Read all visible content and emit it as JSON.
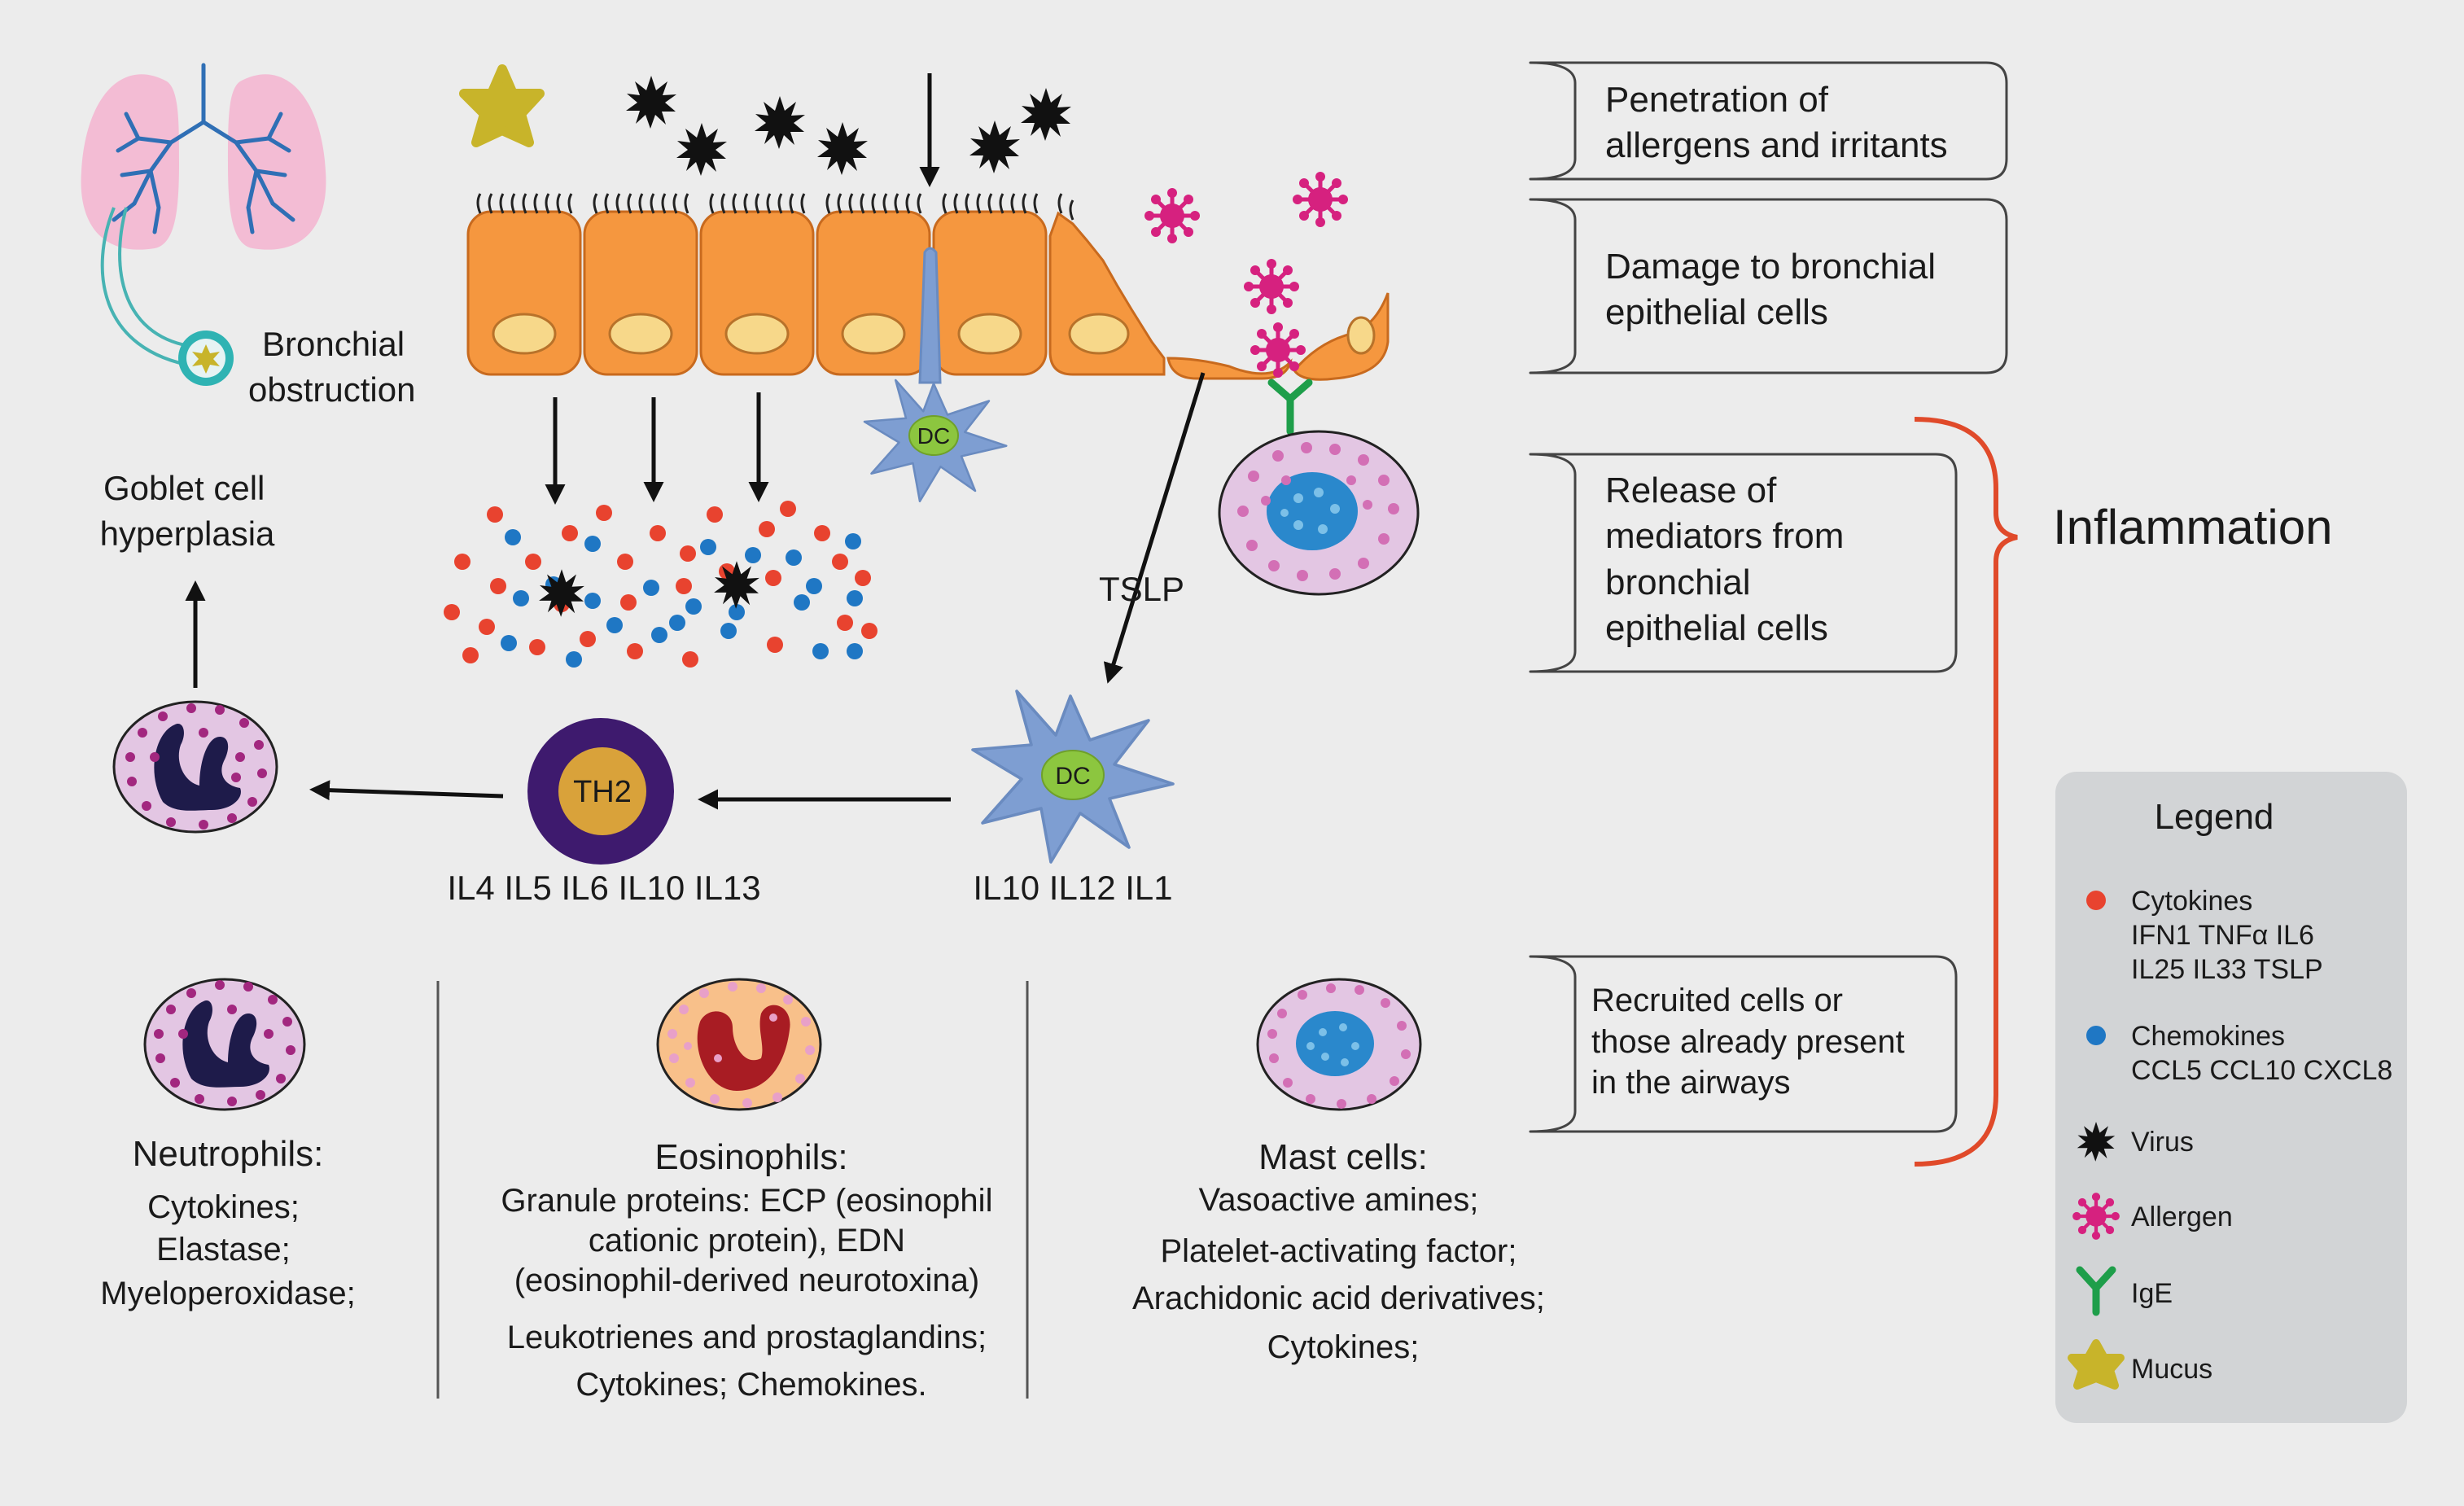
{
  "labels": {
    "bronchial_obstruction": [
      "Bronchial",
      "obstruction"
    ],
    "goblet": [
      "Goblet cell",
      "hyperplasia"
    ],
    "tslp": "TSLP",
    "dc": "DC",
    "th2": "TH2",
    "th2_cytokines": "IL4 IL5 IL6 IL10 IL13",
    "dc_cytokines": "IL10 IL12 IL1"
  },
  "steps": [
    [
      "Penetration of",
      "allergens and irritants"
    ],
    [
      "Damage to bronchial",
      "epithelial cells"
    ],
    [
      "Release of",
      "mediators from",
      "bronchial",
      "epithelial cells"
    ],
    [
      "Recruited cells or",
      "those already present",
      "in the airways"
    ]
  ],
  "inflammation": "Inflammation",
  "cells": {
    "neutrophils": {
      "title": "Neutrophils:",
      "lines": [
        "Cytokines;",
        "Elastase;",
        "Myeloperoxidase;"
      ]
    },
    "eosinophils": {
      "title": "Eosinophils:",
      "lines": [
        "Granule proteins: ECP (eosinophil",
        "cationic protein), EDN",
        "(eosinophil-derived neurotoxina)",
        "Leukotrienes and prostaglandins;",
        "Cytokines; Chemokines."
      ]
    },
    "mast": {
      "title": "Mast cells:",
      "lines": [
        "Vasoactive amines;",
        "Platelet-activating factor;",
        "Arachidonic acid derivatives;",
        "Cytokines;"
      ]
    }
  },
  "legend": {
    "title": "Legend",
    "items": [
      {
        "icon": "cytokine-dot",
        "lines": [
          "Cytokines",
          "IFN1 TNFα IL6",
          "IL25 IL33 TSLP"
        ]
      },
      {
        "icon": "chemokine-dot",
        "lines": [
          "Chemokines",
          "CCL5 CCL10 CXCL8"
        ]
      },
      {
        "icon": "virus-icon",
        "lines": [
          "Virus"
        ]
      },
      {
        "icon": "allergen-icon",
        "lines": [
          "Allergen"
        ]
      },
      {
        "icon": "ige-icon",
        "lines": [
          "IgE"
        ]
      },
      {
        "icon": "mucus-icon",
        "lines": [
          "Mucus"
        ]
      }
    ]
  },
  "colors": {
    "background": "#ececec",
    "cytokine": "#e8432f",
    "chemokine": "#1f77c4",
    "allergen": "#d6217f",
    "ige": "#1e9e4a",
    "mucus": "#c8b42a",
    "epithelium": "#f5973f",
    "nucleus": "#f7d88a",
    "dendritic": "#7e9ed2",
    "dc_core": "#8cc63f",
    "inflammation_brace": "#e04a2a",
    "lung": "#f3bcd4",
    "bronchi": "#2f6fb5",
    "legend_bg": "#d2d4d6"
  }
}
